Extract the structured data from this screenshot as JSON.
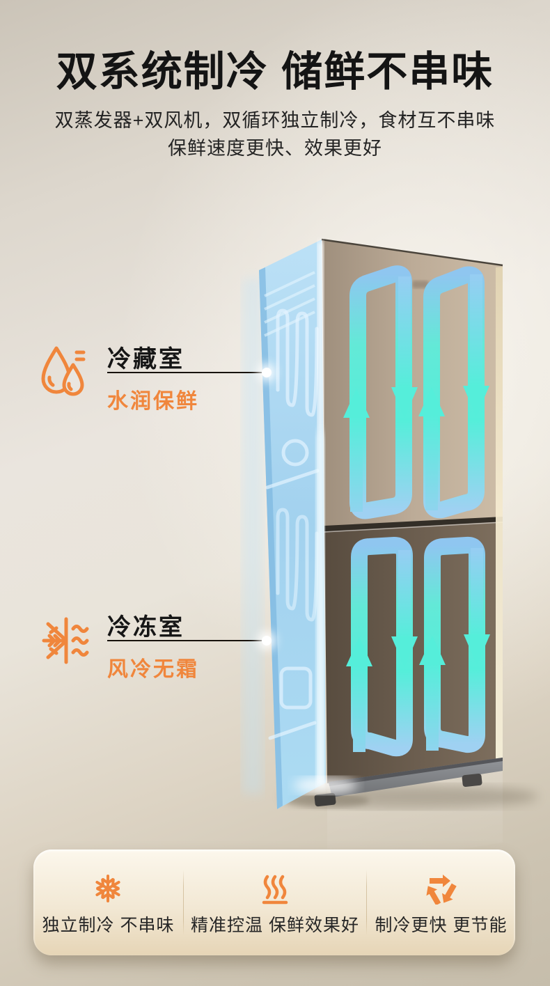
{
  "page": {
    "title": "双系统制冷 储鲜不串味",
    "subtitle_line1": "双蒸发器+双风机，双循环独立制冷，食材互不串味",
    "subtitle_line2": "保鲜速度更快、效果更好"
  },
  "callouts": [
    {
      "name": "冷藏室",
      "tagline": "水润保鲜",
      "icon": "water-drops-icon"
    },
    {
      "name": "冷冻室",
      "tagline": "风冷无霜",
      "icon": "frost-free-wind-icon"
    }
  ],
  "features": [
    {
      "label": "独立制冷 不串味",
      "icon": "snowflake-icon"
    },
    {
      "label": "精准控温 保鲜效果好",
      "icon": "steam-icon"
    },
    {
      "label": "制冷更快 更节能",
      "icon": "recycle-icon"
    }
  ],
  "colors": {
    "accent_orange": "#F0863C",
    "title_black": "#141414",
    "arrow_cyan": "#55EEDA",
    "arrow_blue": "#92C8F1",
    "door_champagne": "#BCAB97",
    "freezer_brown": "#6D5F50",
    "bar_cream": "#F2E8D4"
  }
}
